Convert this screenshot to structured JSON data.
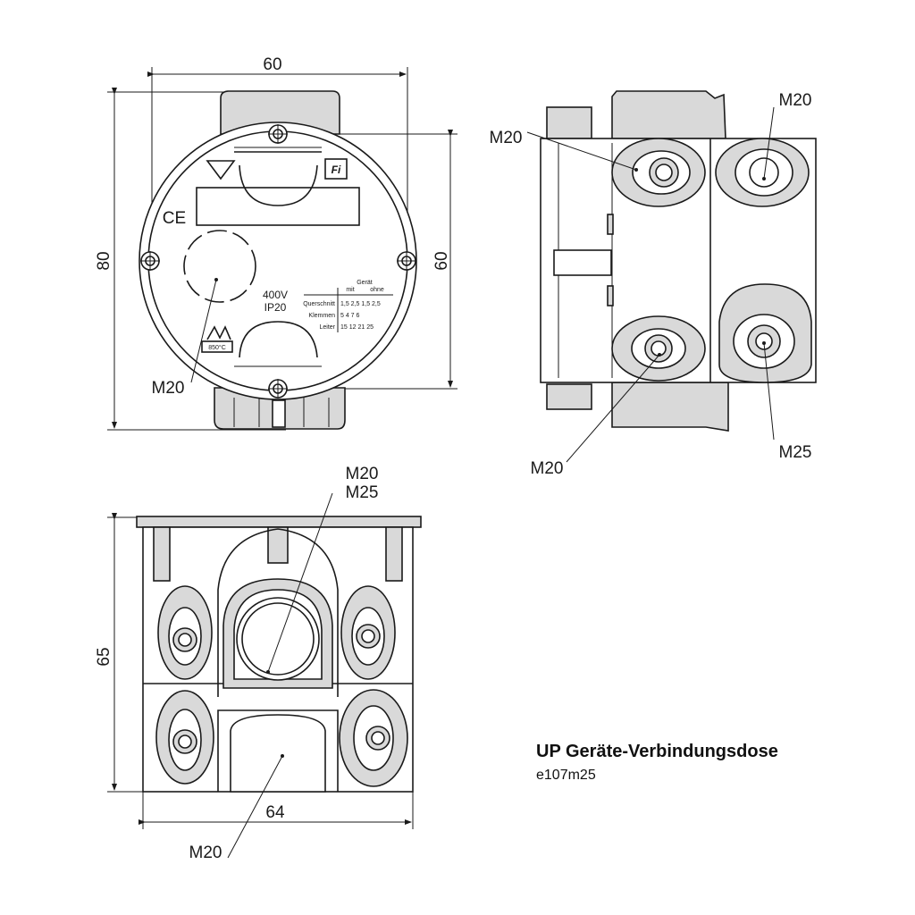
{
  "caption": {
    "title": "UP Geräte-Verbindungsdose",
    "code": "e107m25"
  },
  "front_view": {
    "dim_width": "60",
    "dim_height": "80",
    "dim_hole_spacing": "60",
    "knockout_label": "M20",
    "voltage": "400V",
    "ip_rating": "IP20",
    "table_header_1": "Gerät",
    "table_header_2": "mit",
    "table_header_3": "ohne",
    "row_1_label": "Querschnitt",
    "row_1_values": "1,5  2,5  1,5  2,5",
    "row_2_label": "Klemmen",
    "row_2_values": "5  4  7  6",
    "row_3_label": "Leiter",
    "row_3_values": "15  12  21  25",
    "mark_fi": "Fi",
    "mark_ce": "CE",
    "mark_temp": "850°C"
  },
  "side_view": {
    "label_top_left": "M20",
    "label_top_right": "M20",
    "label_bottom_left": "M20",
    "label_bottom_right": "M25"
  },
  "bottom_view": {
    "dim_height": "65",
    "dim_width": "64",
    "label_center_1": "M20",
    "label_center_2": "M25",
    "label_bottom": "M20"
  }
}
